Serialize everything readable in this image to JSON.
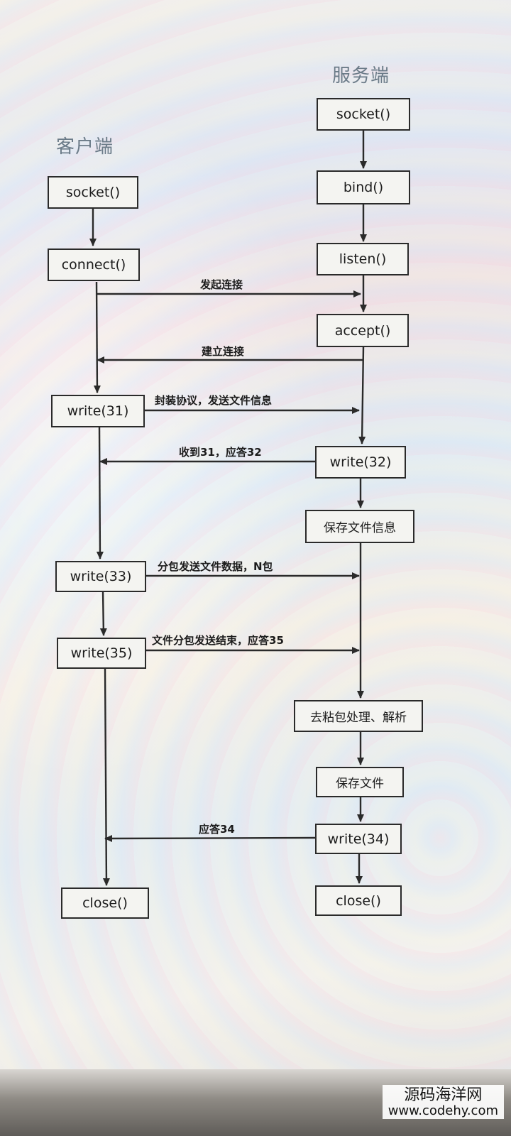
{
  "headings": {
    "client": "客户端",
    "server": "服务端"
  },
  "client": {
    "socket": "socket()",
    "connect": "connect()",
    "write31": "write(31)",
    "write33": "write(33)",
    "write35": "write(35)",
    "close": "close()"
  },
  "server": {
    "socket": "socket()",
    "bind": "bind()",
    "listen": "listen()",
    "accept": "accept()",
    "write32": "write(32)",
    "save_info": "保存文件信息",
    "parse": "去粘包处理、解析",
    "save_file": "保存文件",
    "write34": "write(34)",
    "close": "close()"
  },
  "messages": {
    "connect_request": "发起连接",
    "connect_established": "建立连接",
    "send_file_info": "封装协议，发送文件信息",
    "ack_32": "收到31，应答32",
    "send_packets": "分包发送文件数据，N包",
    "send_end": "文件分包发送结束，应答35",
    "ack_34": "应答34"
  },
  "watermark": {
    "line1": "源码海洋网",
    "line2": "www.codehy.com"
  },
  "colors": {
    "line": "#2a2a2a",
    "heading": "#6b7b88",
    "box_border": "#2a2a2a"
  }
}
